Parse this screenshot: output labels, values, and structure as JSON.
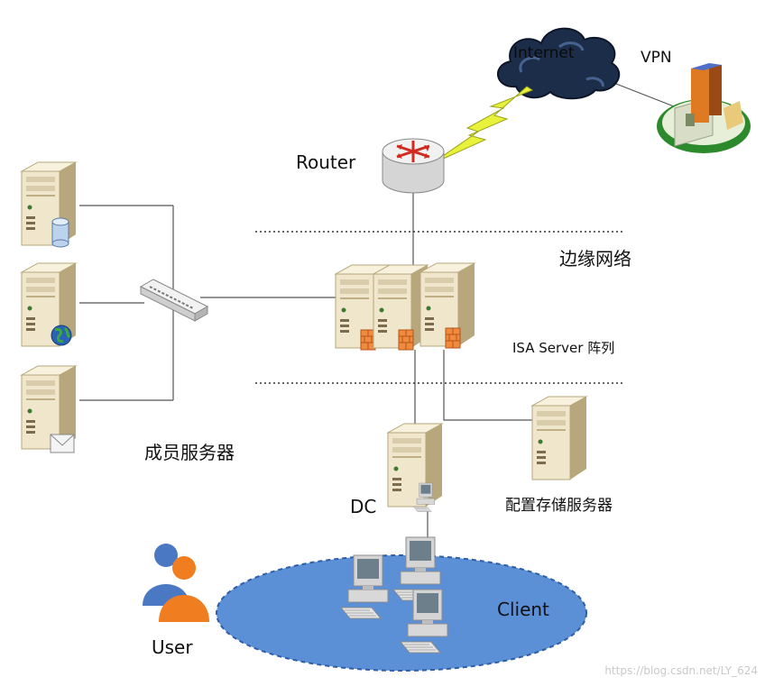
{
  "labels": {
    "internet": "Internet",
    "vpn": "VPN",
    "router": "Router",
    "perimeter": "边缘网络",
    "isa_array": "ISA Server 阵列",
    "member_servers": "成员服务器",
    "dc": "DC",
    "config_storage": "配置存储服务器",
    "client": "Client",
    "user": "User"
  },
  "watermark": "https://blog.csdn.net/LY_624",
  "colors": {
    "cloud": "#1c2d4a",
    "lightning": "#e8f23a",
    "client_ellipse": "#5b8fd6",
    "server_body": "#efe6cc",
    "firewall": "#f08a3c",
    "user_front": "#f07d1f",
    "user_back": "#4a78c2"
  },
  "icons": {
    "cloud": "cloud-icon",
    "vpn_site": "building-icon",
    "router": "router-icon",
    "switch": "switch-icon",
    "database_badge": "database-icon",
    "globe_badge": "globe-icon",
    "mail_badge": "mail-icon",
    "firewall": "firewall-icon",
    "workstation": "workstation-icon",
    "user": "user-group-icon"
  }
}
